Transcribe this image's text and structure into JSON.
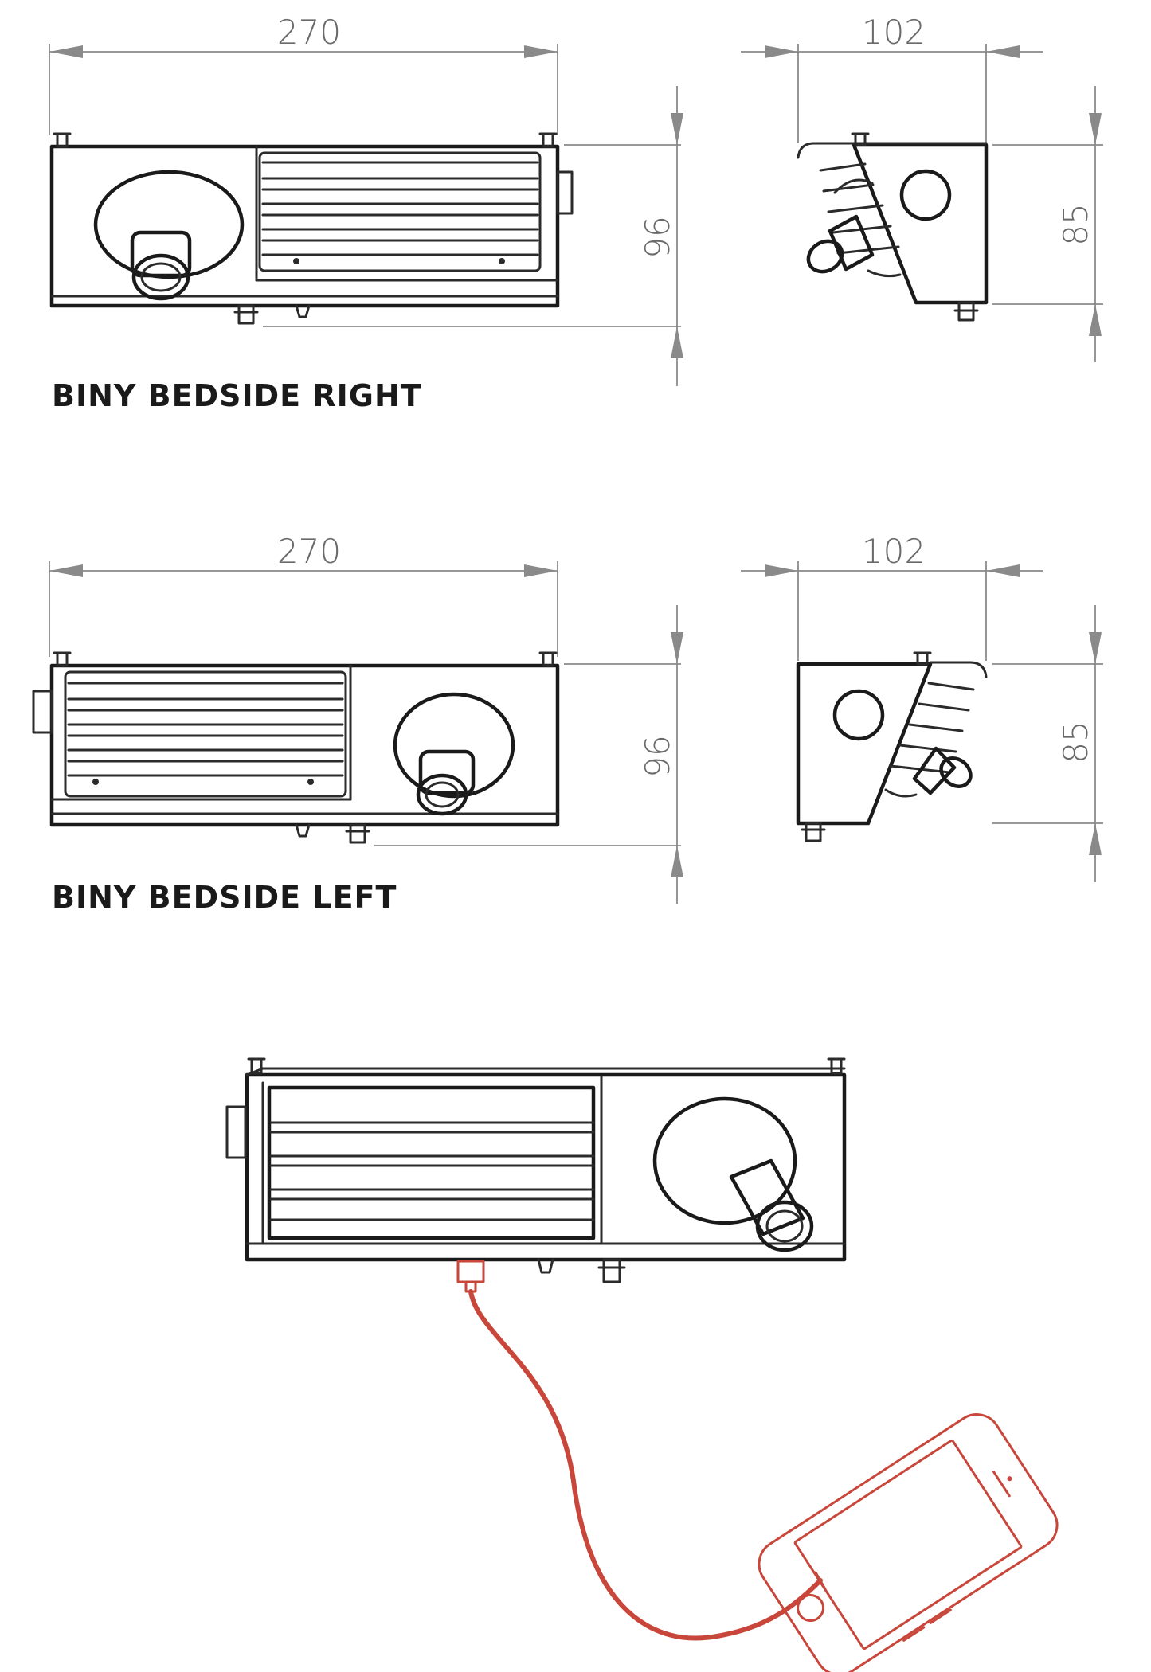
{
  "right_variant": {
    "label": "BINY BEDSIDE RIGHT",
    "front_width": "270",
    "front_height": "96",
    "side_depth": "102",
    "side_height": "85"
  },
  "left_variant": {
    "label": "BINY BEDSIDE LEFT",
    "front_width": "270",
    "front_height": "96",
    "side_depth": "102",
    "side_height": "85"
  },
  "colors": {
    "line": "#2b2b2b",
    "dimension": "#8a8a8a",
    "cable": "#c8463a"
  },
  "icons": [
    "usb-cable-icon",
    "smartphone-icon"
  ]
}
